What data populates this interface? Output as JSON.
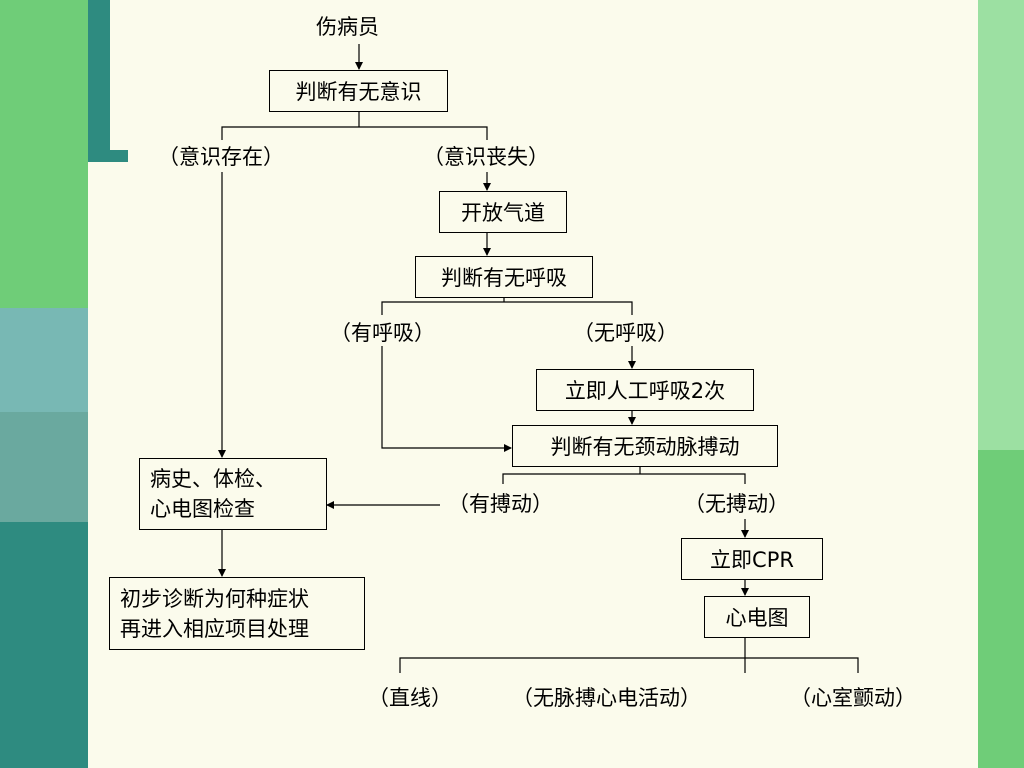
{
  "colors": {
    "background": "#fbfbec",
    "left_bar_dark": "#2e8b80",
    "left_bar_green": "#6fcd78",
    "left_bar_teal": "#78b8b4",
    "right_bar_green": "#9ce0a2"
  },
  "flow": {
    "start": "伤病员",
    "check_consciousness": "判断有无意识",
    "conscious": "（意识存在）",
    "unconscious": "（意识丧失）",
    "open_airway": "开放气道",
    "check_breathing": "判断有无呼吸",
    "breathing": "（有呼吸）",
    "no_breathing": "（无呼吸）",
    "rescue_breaths": "立即人工呼吸2次",
    "check_pulse": "判断有无颈动脉搏动",
    "pulse": "（有搏动）",
    "no_pulse": "（无搏动）",
    "history_exam": "病史、体检、\n心电图检查",
    "initial_diagnosis": "初步诊断为何种症状\n再进入相应项目处理",
    "cpr": "立即CPR",
    "ecg": "心电图",
    "flatline": "（直线）",
    "pea": "（无脉搏心电活动）",
    "vf": "（心室颤动）"
  }
}
